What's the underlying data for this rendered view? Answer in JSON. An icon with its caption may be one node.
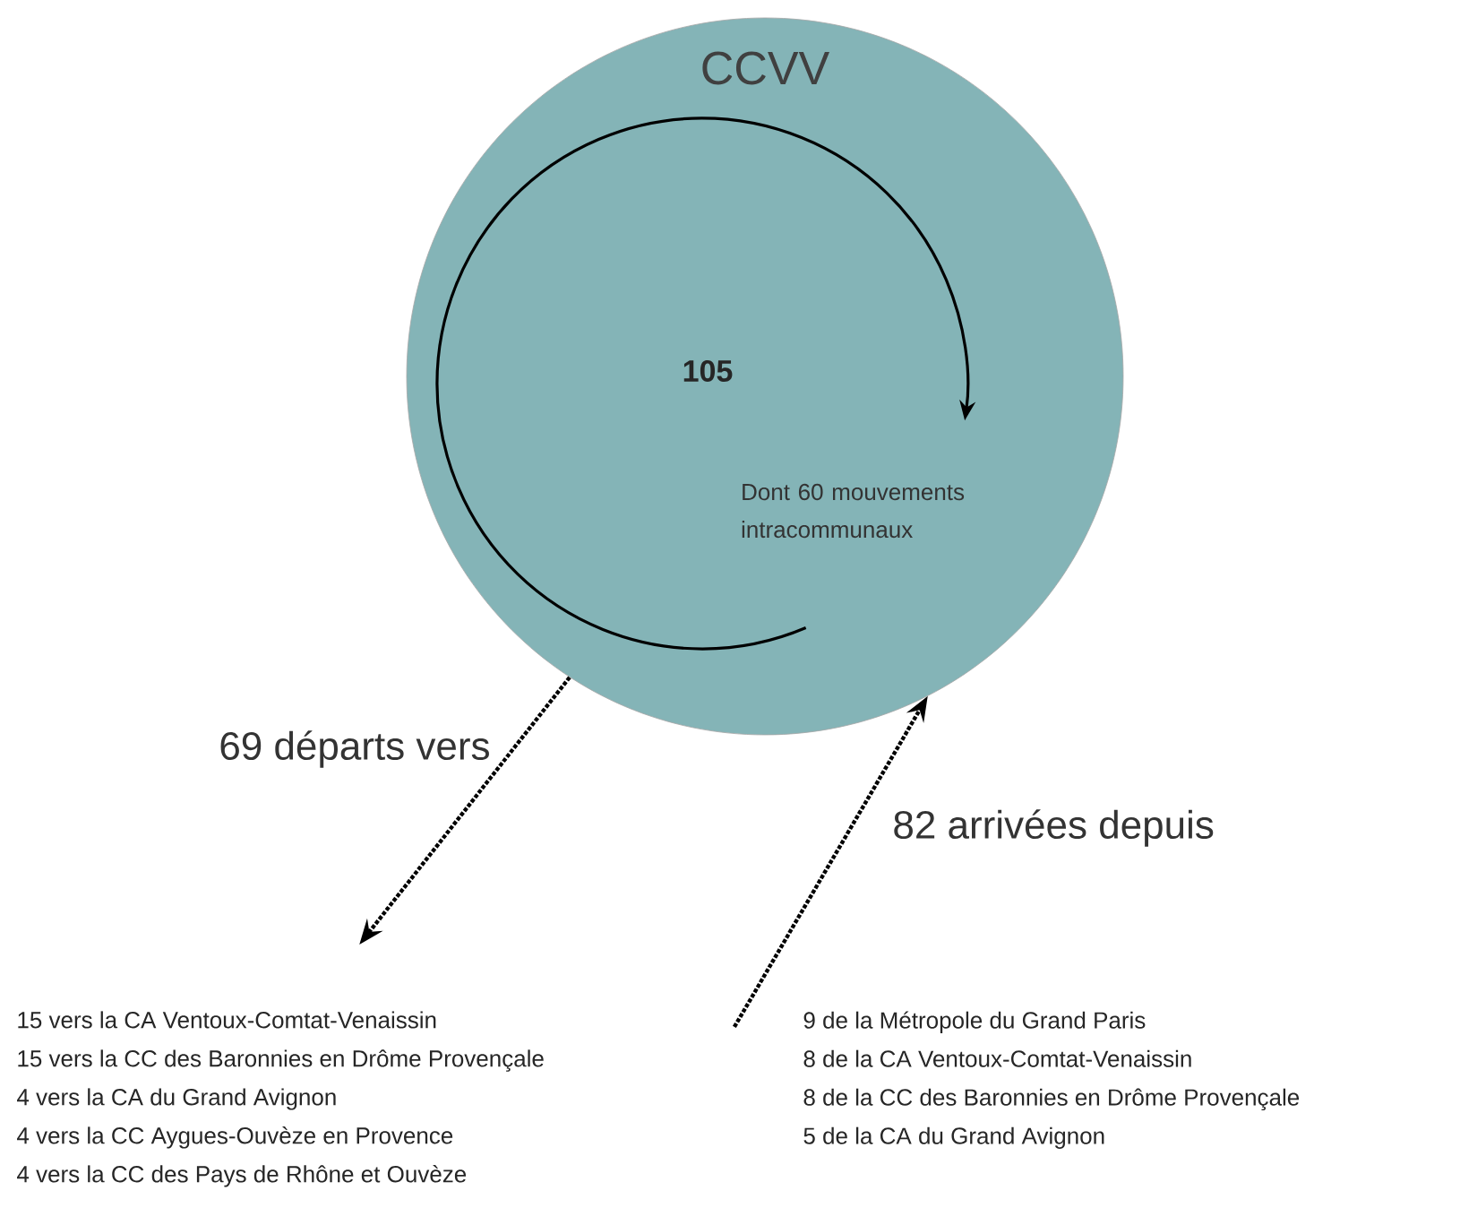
{
  "diagram": {
    "nodes": [
      {
        "text": [
          "CCVV",
          "105",
          "Dont 60 mouvements intracommunaux"
        ]
      },
      {
        "text": [
          "15 vers la CA Ventoux-Comtat-Venaissin",
          "15 vers la CC des Baronnies en Drôme Provençale",
          "4 vers la CA du Grand Avignon",
          "4 vers la CC Aygues-Ouvèze en Provence",
          "4 vers la CC des Pays de Rhône et Ouvèze"
        ]
      },
      {
        "text": [
          "9 de la Métropole du Grand Paris",
          "8 de la CA Ventoux-Comtat-Venaissin",
          "8 de la CC des Baronnies en Drôme Provençale",
          "5 de la CA du Grand Avignon"
        ]
      }
    ],
    "edges": [
      {
        "from": 0,
        "to": 1,
        "arrow": "to",
        "label": "69 départs vers",
        "style": "dashed"
      },
      {
        "from": 2,
        "to": 0,
        "arrow": "to",
        "label": "82 arrivées depuis",
        "style": "dashed"
      }
    ]
  }
}
